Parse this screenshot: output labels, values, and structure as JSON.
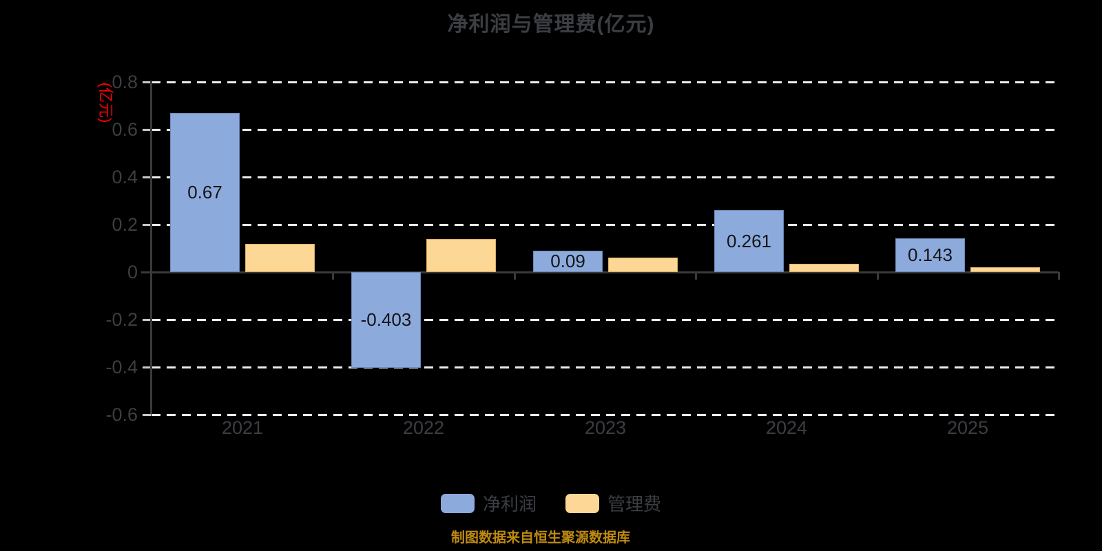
{
  "title": "净利润与管理费(亿元)",
  "source_note": "制图数据来自恒生聚源数据库",
  "colors": {
    "background": "#000000",
    "text": "#3B3E43",
    "gridline": "#ECECEC",
    "axis_line": "#3A3A3A",
    "bar_label": "#141414",
    "y_axis_name": "#FF0000",
    "source_note": "#BE8A10",
    "net_profit_fill": "#8CAADC",
    "net_profit_border": "#6E87B5",
    "mgmt_fee_fill": "#FCD795",
    "mgmt_fee_border": "#DDAF62"
  },
  "chart_data": {
    "type": "bar",
    "title": "净利润与管理费(亿元)",
    "categories": [
      "2021",
      "2022",
      "2023",
      "2024",
      "2025"
    ],
    "series": [
      {
        "name": "净利润",
        "key": "net-profit",
        "color": "#8CAADC",
        "border_color": "#6E87B5",
        "values": [
          0.67,
          -0.403,
          0.09,
          0.261,
          0.143
        ],
        "labels": [
          "0.67",
          "-0.403",
          "0.09",
          "0.261",
          "0.143"
        ]
      },
      {
        "name": "管理费",
        "key": "mgmt-fee",
        "color": "#FCD795",
        "border_color": "#DDAF62",
        "values": [
          0.12,
          0.14,
          0.06,
          0.035,
          0.02
        ],
        "labels": [
          "",
          "",
          "",
          "",
          ""
        ]
      }
    ],
    "y_axis": {
      "name": "(亿元)",
      "name_color": "#FF0000",
      "ticks": [
        0.8,
        0.6,
        0.4,
        0.2,
        0,
        -0.2,
        -0.4,
        -0.6
      ],
      "min": -0.6,
      "max": 0.8
    },
    "xlabel": "",
    "ylabel": "(亿元)",
    "grid": true,
    "legend_position": "bottom"
  }
}
